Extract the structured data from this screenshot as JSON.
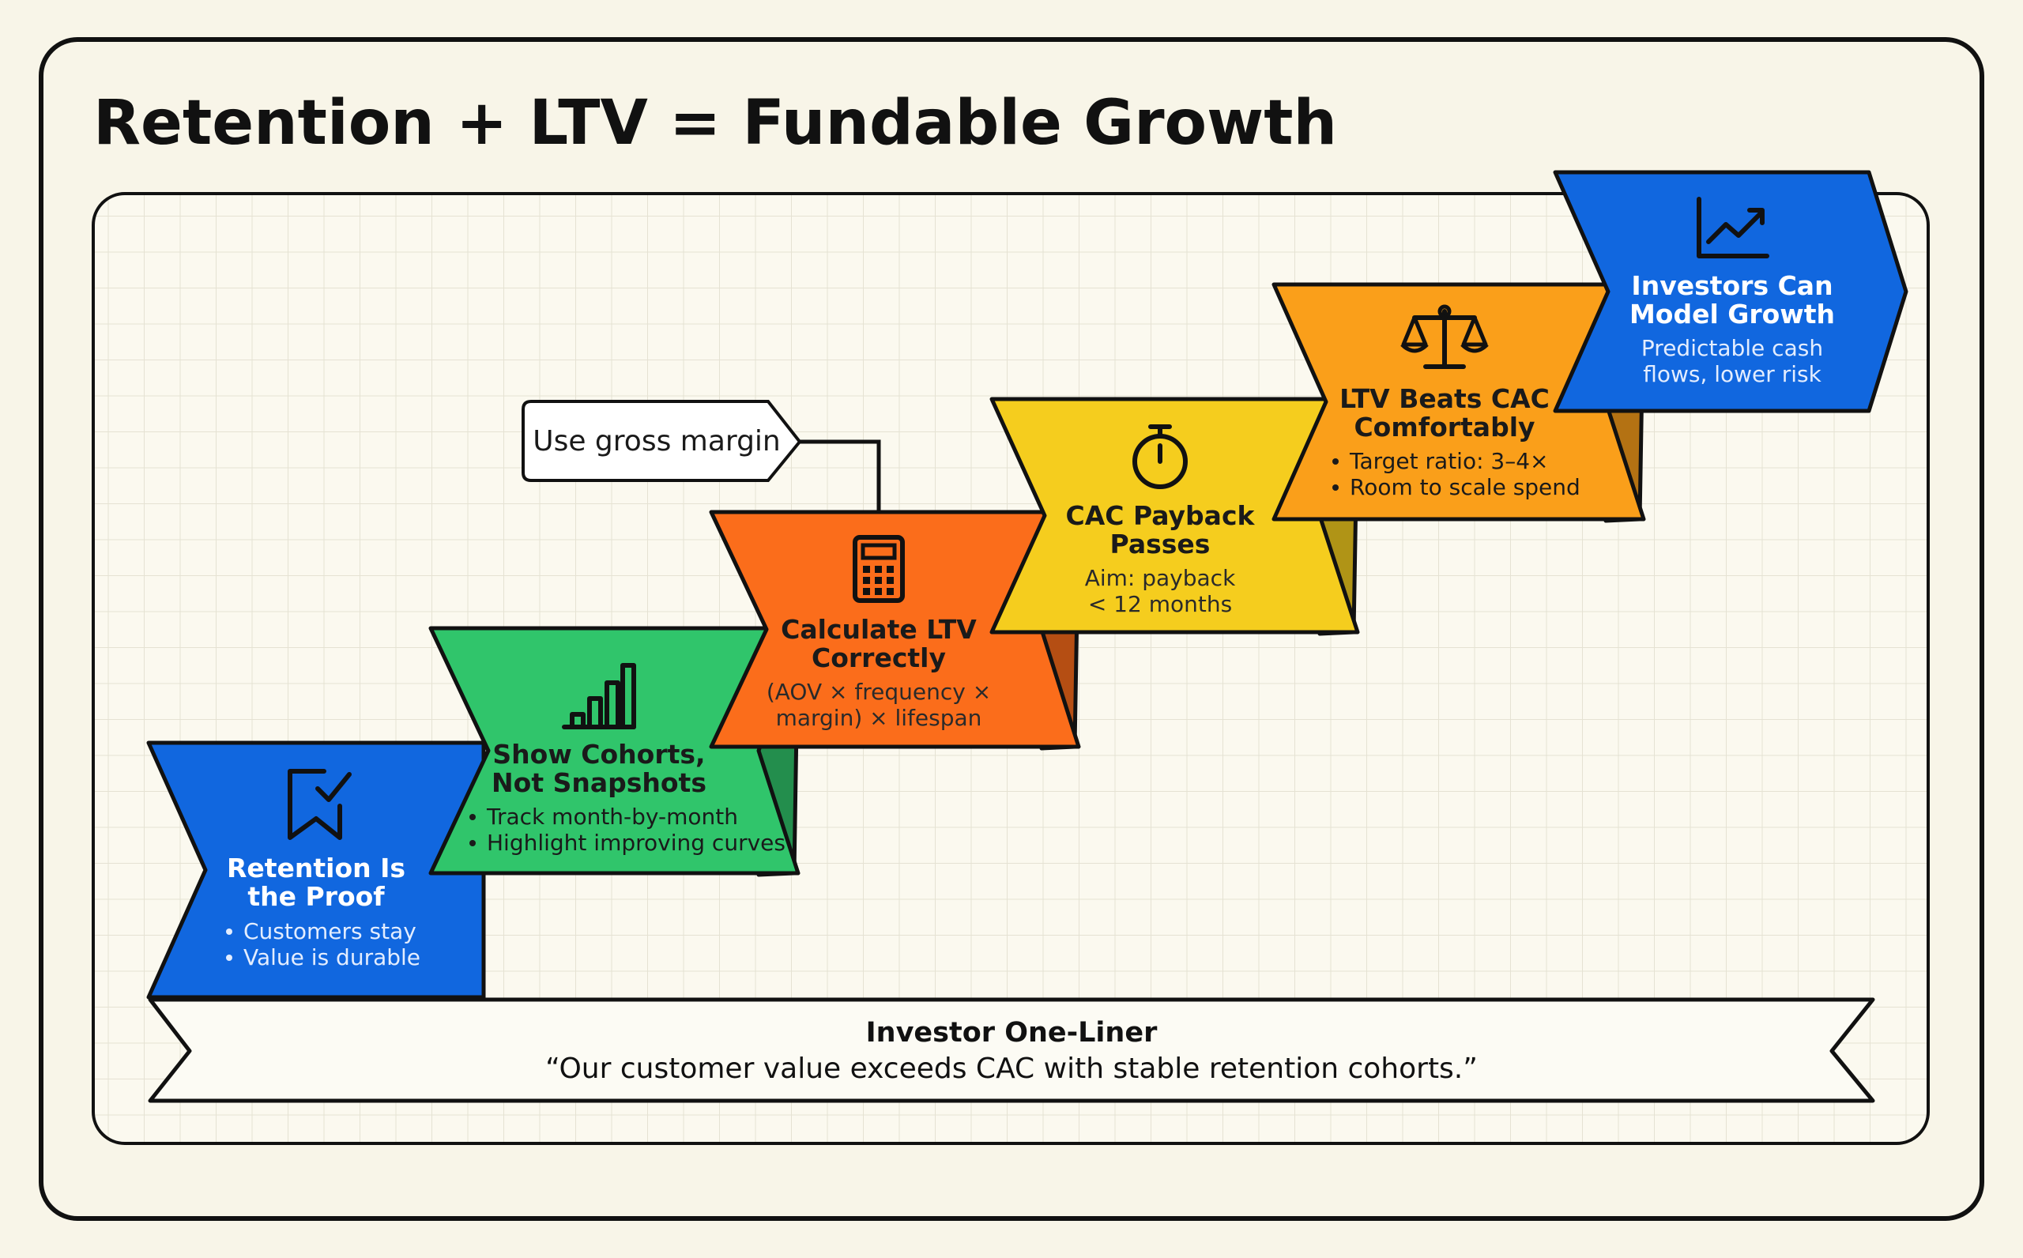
{
  "title": "Retention + LTV = Fundable Growth",
  "callout": "Use gross margin",
  "steps": [
    {
      "title_lines": [
        "Retention Is",
        "the Proof"
      ],
      "lines": [
        "Customers stay",
        "Value is durable"
      ],
      "bulleted": true,
      "icon": "bookmark-check-icon",
      "color": "#1167df"
    },
    {
      "title_lines": [
        "Show Cohorts,",
        "Not Snapshots"
      ],
      "lines": [
        "Track month-by-month",
        "Highlight improving curves"
      ],
      "bulleted": true,
      "icon": "bar-chart-icon",
      "color": "#30c56b"
    },
    {
      "title_lines": [
        "Calculate LTV",
        "Correctly"
      ],
      "lines": [
        "(AOV × frequency ×",
        "margin) × lifespan"
      ],
      "bulleted": false,
      "icon": "calculator-icon",
      "color": "#fb6d1b"
    },
    {
      "title_lines": [
        "CAC Payback",
        "Passes"
      ],
      "lines": [
        "Aim: payback",
        "< 12 months"
      ],
      "bulleted": false,
      "icon": "stopwatch-icon",
      "color": "#f5cd1e"
    },
    {
      "title_lines": [
        "LTV Beats CAC",
        "Comfortably"
      ],
      "lines": [
        "Target ratio: 3–4×",
        "Room to scale spend"
      ],
      "bulleted": true,
      "icon": "scale-icon",
      "color": "#fa9f1a"
    },
    {
      "title_lines": [
        "Investors Can",
        "Model Growth"
      ],
      "lines": [
        "Predictable cash",
        "flows, lower risk"
      ],
      "bulleted": false,
      "icon": "trend-chart-icon",
      "color": "#1167df"
    }
  ],
  "banner": {
    "title": "Investor One-Liner",
    "quote": "“Our customer value exceeds CAC with stable retention cohorts.”"
  },
  "colors": {
    "background": "#f8f5e8",
    "grid_panel": "#fbf9ef",
    "grid_line": "#e5e2d3",
    "outline": "#111111",
    "light_text": "#ffffff",
    "dark_text": "#1a1a1a"
  }
}
